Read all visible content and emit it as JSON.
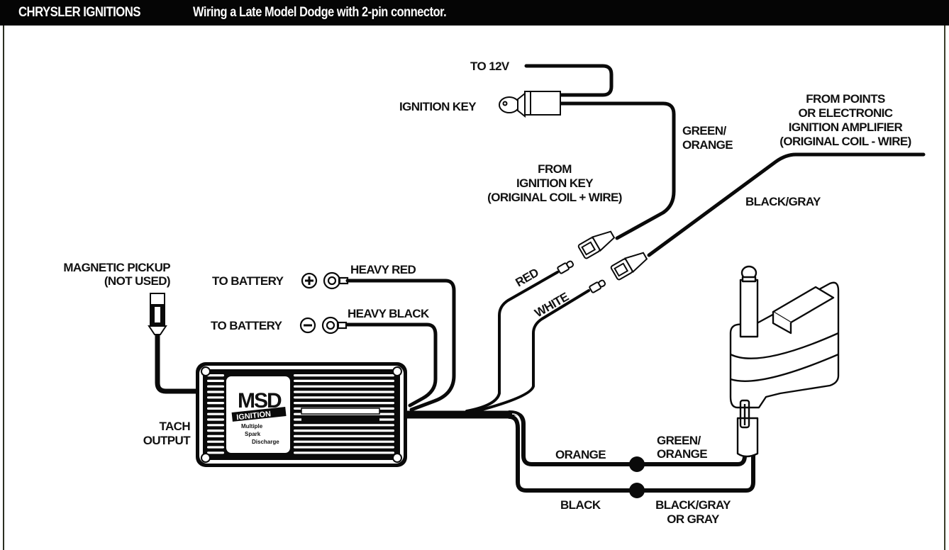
{
  "header": {
    "section": "CHRYSLER IGNITIONS",
    "title": "Wiring a Late Model Dodge with 2-pin connector."
  },
  "labels": {
    "to_12v": "TO 12V",
    "ignition_key": "IGNITION KEY",
    "green_orange_top": [
      "GREEN/",
      "ORANGE"
    ],
    "from_points": [
      "FROM POINTS",
      "OR ELECTRONIC",
      "IGNITION AMPLIFIER",
      "(ORIGINAL COIL - WIRE)"
    ],
    "from_ignition_key": [
      "FROM",
      "IGNITION KEY",
      "(ORIGINAL COIL + WIRE)"
    ],
    "black_gray_top": "BLACK/GRAY",
    "red": "RED",
    "white": "WHITE",
    "magnetic_pickup": [
      "MAGNETIC PICKUP",
      "(NOT USED)"
    ],
    "to_battery_pos": "TO BATTERY",
    "to_battery_neg": "TO BATTERY",
    "heavy_red": "HEAVY RED",
    "heavy_black": "HEAVY BLACK",
    "tach_output": [
      "TACH",
      "OUTPUT"
    ],
    "orange": "ORANGE",
    "green_orange_bottom": [
      "GREEN/",
      "ORANGE"
    ],
    "black": "BLACK",
    "black_gray_bottom": [
      "BLACK/GRAY",
      "OR GRAY"
    ]
  },
  "msd_box": {
    "brand": "MSD",
    "sub": "IGNITION",
    "desc": [
      "Multiple",
      "Spark",
      "Discharge"
    ]
  },
  "symbols": {
    "plus": "+",
    "minus": "−"
  }
}
